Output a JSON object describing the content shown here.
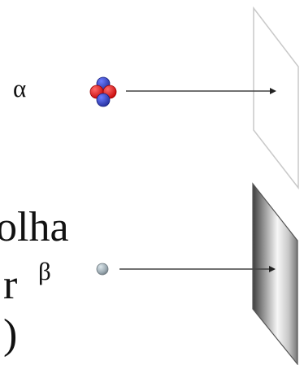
{
  "alpha_row": {
    "label": "α",
    "particle": "alpha-particle-cluster",
    "barrier": "thin-transparent-sheet"
  },
  "beta_row": {
    "label": "β",
    "particle": "single-gray-particle",
    "barrier": "shaded-metal-sheet"
  },
  "partial_text": {
    "line1": "olha",
    "line2": "r",
    "line3": ")"
  }
}
